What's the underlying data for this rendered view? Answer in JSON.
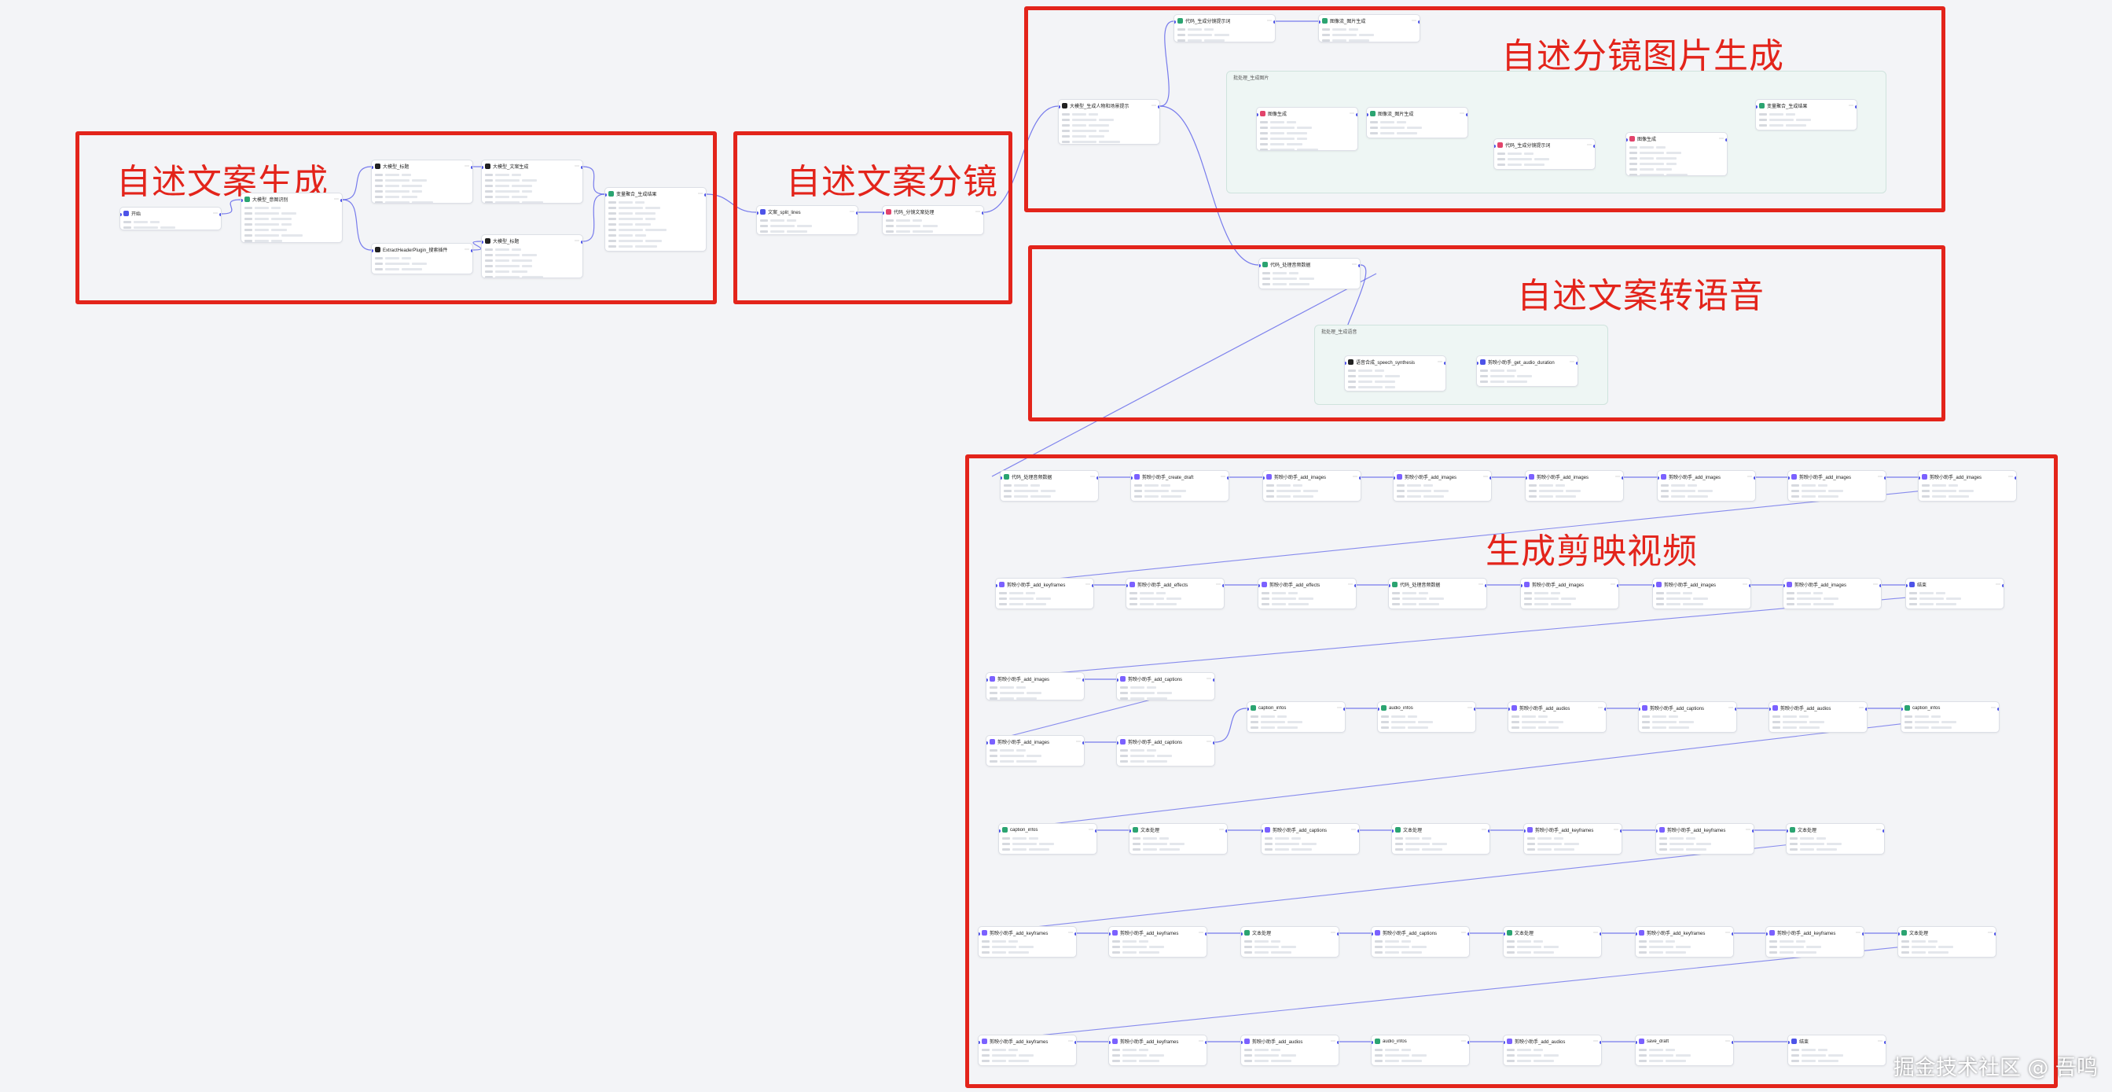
{
  "colors": {
    "accent": "#4d53e8",
    "annotation": "#e3241b",
    "background": "#f3f4f7",
    "group_bg": "#eef6f4"
  },
  "regions": [
    {
      "title": "自述文案生成"
    },
    {
      "title": "自述文案分镜"
    },
    {
      "title": "自述分镜图片生成"
    },
    {
      "title": "自述文案转语音"
    },
    {
      "title": "生成剪映视频"
    }
  ],
  "nodes": {
    "start": "开始",
    "llm_intent": "大模型_意图识别",
    "llm_a": "大模型_标题",
    "llm_b": "大模型_文案生成",
    "plugin_search": "ExtractHeaderPlugin_搜索插件",
    "llm_c": "大模型_标题",
    "var_merge": "变量聚合_生成结果",
    "split_text": "文案_split_lines",
    "code_split": "代码_分镜文案处理",
    "code_tts": "代码_生成分镜提示词",
    "batch_img": "批处理_生成图片",
    "llm_prompt": "大模型_生成人物和场景提示",
    "img_gen": "图像生成",
    "img_loop": "图像流_图片生成",
    "batch_audio": "批处理_生成语音",
    "speech": "语音合成_speech_synthesis",
    "jianying_audio": "剪映小助手_get_audio_duration",
    "code_audio": "代码_处理音频数据",
    "create_draft": "剪映小助手_create_draft",
    "add_images": "剪映小助手_add_images",
    "add_audios": "剪映小助手_add_audios",
    "add_captions": "剪映小助手_add_captions",
    "add_effects": "剪映小助手_add_effects",
    "add_keyframes": "剪映小助手_add_keyframes",
    "caption_infos": "caption_infos",
    "audio_infos": "audio_infos",
    "text_loop": "文本处理",
    "save_draft": "save_draft",
    "end": "结束"
  },
  "watermark": "掘金技术社区 @ 吾鸣"
}
